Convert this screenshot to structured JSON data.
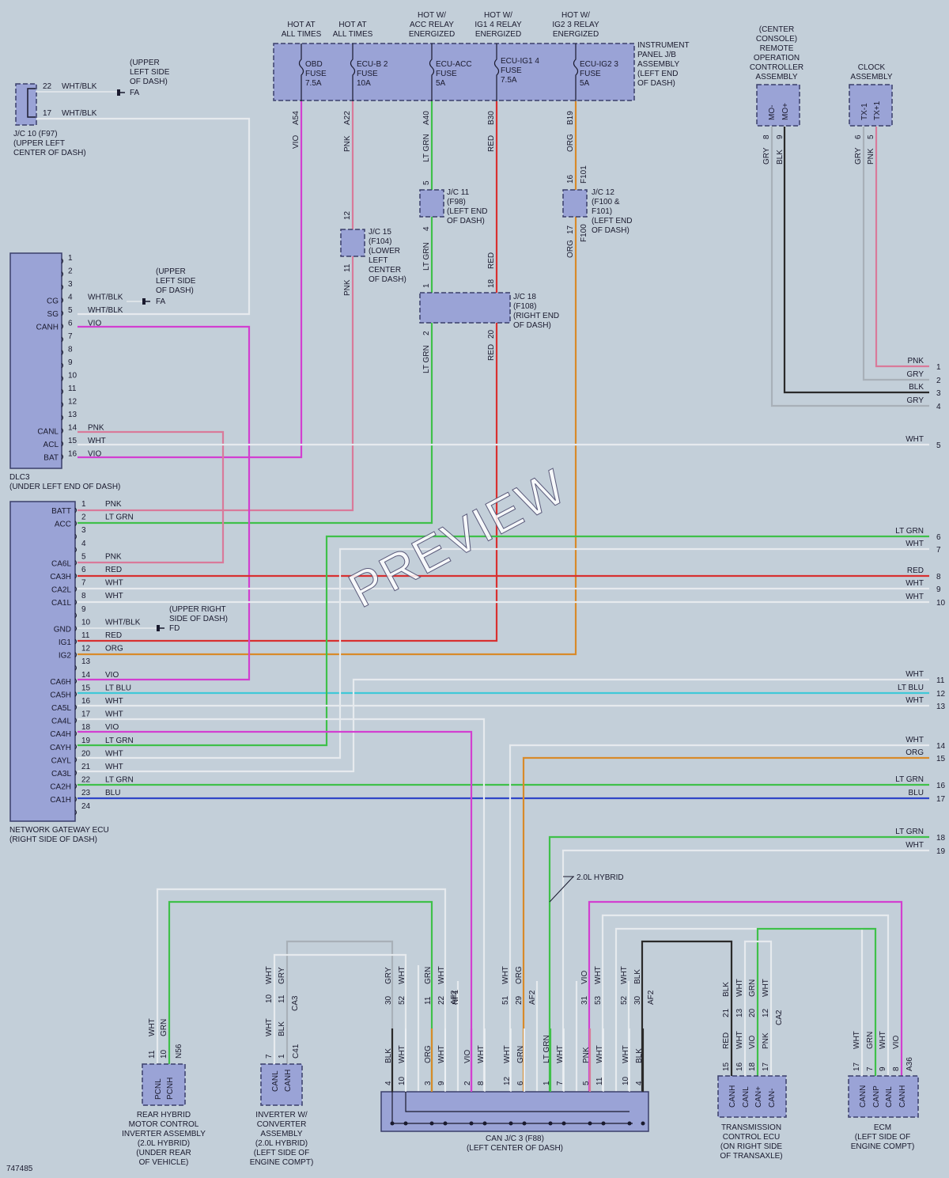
{
  "diagram_id": "747485",
  "watermark": "PREVIEW",
  "colors": {
    "VIO": "#d23fd0",
    "PNK": "#d97a9a",
    "LT GRN": "#3fc04a",
    "RED": "#d83030",
    "ORG": "#d88a2a",
    "WHT": "#eef2f6",
    "BLK": "#2a2a2a",
    "GRY": "#a8b0b8",
    "LT BLU": "#40c8d8",
    "BLU": "#3046c8",
    "WHT/BLK": "#dde3e8"
  },
  "supply_labels": [
    {
      "line1": "HOT AT",
      "line2": "ALL TIMES"
    },
    {
      "line1": "HOT AT",
      "line2": "ALL TIMES"
    },
    {
      "line1": "HOT W/",
      "line2": "ACC RELAY",
      "line3": "ENERGIZED"
    },
    {
      "line1": "HOT W/",
      "line2": "IG1 4 RELAY",
      "line3": "ENERGIZED"
    },
    {
      "line1": "HOT W/",
      "line2": "IG2 3 RELAY",
      "line3": "ENERGIZED"
    }
  ],
  "fuses": [
    {
      "name": "OBD",
      "type": "FUSE",
      "rating": "7.5A",
      "pin": "A54",
      "color": "VIO"
    },
    {
      "name": "ECU-B 2",
      "type": "FUSE",
      "rating": "10A",
      "pin": "A22",
      "color": "PNK"
    },
    {
      "name": "ECU-ACC",
      "type": "FUSE",
      "rating": "5A",
      "pin": "A40",
      "color": "LT GRN"
    },
    {
      "name": "ECU-IG1 4",
      "type": "FUSE",
      "rating": "7.5A",
      "pin": "B30",
      "color": "RED"
    },
    {
      "name": "ECU-IG2 3",
      "type": "FUSE",
      "rating": "5A",
      "pin": "B19",
      "color": "ORG"
    }
  ],
  "junction_blocks": {
    "instrument_panel": [
      "INSTRUMENT",
      "PANEL J/B",
      "ASSEMBLY",
      "(LEFT END",
      "OF DASH)"
    ],
    "jc10": [
      "J/C 10 (F97)",
      "(UPPER LEFT",
      "CENTER OF DASH)"
    ],
    "jc11": [
      "J/C 11",
      "(F98)",
      "(LEFT END",
      "OF DASH)"
    ],
    "jc12": [
      "J/C 12",
      "(F100 &",
      "F101)",
      "(LEFT END",
      "OF DASH)"
    ],
    "jc15": [
      "J/C 15",
      "(F104)",
      "(LOWER",
      "LEFT",
      "CENTER",
      "OF DASH)"
    ],
    "jc18": [
      "J/C 18",
      "(F108)",
      "(RIGHT END",
      "OF DASH)"
    ],
    "canjc3": [
      "CAN J/C 3 (F88)",
      "(LEFT CENTER OF DASH)"
    ]
  },
  "grounds": {
    "fa_top": [
      "(UPPER",
      "LEFT SIDE",
      "OF DASH)",
      "FA"
    ],
    "fa_dlc": [
      "(UPPER",
      "LEFT SIDE",
      "OF DASH)",
      "FA"
    ],
    "fd": [
      "(UPPER RIGHT",
      "SIDE OF DASH)",
      "FD"
    ]
  },
  "dlc3": {
    "title": "DLC3",
    "location": "(UNDER LEFT END OF DASH)",
    "terminals": [
      {
        "pin": "1",
        "label": "",
        "wire": ""
      },
      {
        "pin": "2",
        "label": "",
        "wire": ""
      },
      {
        "pin": "3",
        "label": "",
        "wire": ""
      },
      {
        "pin": "4",
        "label": "CG",
        "wire": "WHT/BLK"
      },
      {
        "pin": "5",
        "label": "SG",
        "wire": "WHT/BLK"
      },
      {
        "pin": "6",
        "label": "CANH",
        "wire": "VIO"
      },
      {
        "pin": "7",
        "label": "",
        "wire": ""
      },
      {
        "pin": "8",
        "label": "",
        "wire": ""
      },
      {
        "pin": "9",
        "label": "",
        "wire": ""
      },
      {
        "pin": "10",
        "label": "",
        "wire": ""
      },
      {
        "pin": "11",
        "label": "",
        "wire": ""
      },
      {
        "pin": "12",
        "label": "",
        "wire": ""
      },
      {
        "pin": "13",
        "label": "",
        "wire": ""
      },
      {
        "pin": "14",
        "label": "CANL",
        "wire": "PNK"
      },
      {
        "pin": "15",
        "label": "ACL",
        "wire": "WHT"
      },
      {
        "pin": "16",
        "label": "BAT",
        "wire": "VIO"
      }
    ]
  },
  "gateway": {
    "title": "NETWORK GATEWAY ECU",
    "location": "(RIGHT SIDE OF DASH)",
    "terminals": [
      {
        "pin": "1",
        "label": "BATT",
        "wire": "PNK"
      },
      {
        "pin": "2",
        "label": "ACC",
        "wire": "LT GRN"
      },
      {
        "pin": "3",
        "label": "",
        "wire": ""
      },
      {
        "pin": "4",
        "label": "",
        "wire": ""
      },
      {
        "pin": "5",
        "label": "CA6L",
        "wire": "PNK"
      },
      {
        "pin": "6",
        "label": "CA3H",
        "wire": "RED"
      },
      {
        "pin": "7",
        "label": "CA2L",
        "wire": "WHT"
      },
      {
        "pin": "8",
        "label": "CA1L",
        "wire": "WHT"
      },
      {
        "pin": "9",
        "label": "",
        "wire": ""
      },
      {
        "pin": "10",
        "label": "GND",
        "wire": "WHT/BLK"
      },
      {
        "pin": "11",
        "label": "IG1",
        "wire": "RED"
      },
      {
        "pin": "12",
        "label": "IG2",
        "wire": "ORG"
      },
      {
        "pin": "13",
        "label": "",
        "wire": ""
      },
      {
        "pin": "14",
        "label": "CA6H",
        "wire": "VIO"
      },
      {
        "pin": "15",
        "label": "CA5H",
        "wire": "LT BLU"
      },
      {
        "pin": "16",
        "label": "CA5L",
        "wire": "WHT"
      },
      {
        "pin": "17",
        "label": "CA4L",
        "wire": "WHT"
      },
      {
        "pin": "18",
        "label": "CA4H",
        "wire": "VIO"
      },
      {
        "pin": "19",
        "label": "CAYH",
        "wire": "LT GRN"
      },
      {
        "pin": "20",
        "label": "CAYL",
        "wire": "WHT"
      },
      {
        "pin": "21",
        "label": "CA3L",
        "wire": "WHT"
      },
      {
        "pin": "22",
        "label": "CA2H",
        "wire": "LT GRN"
      },
      {
        "pin": "23",
        "label": "CA1H",
        "wire": "BLU"
      },
      {
        "pin": "24",
        "label": "",
        "wire": ""
      }
    ]
  },
  "center_console": {
    "title": [
      "(CENTER",
      "CONSOLE)",
      "REMOTE",
      "OPERATION",
      "CONTROLLER",
      "ASSEMBLY"
    ],
    "pins": [
      "MO-",
      "MO+"
    ],
    "pin_nums": [
      "8",
      "9"
    ],
    "wires": [
      "GRY",
      "BLK"
    ]
  },
  "clock": {
    "title": [
      "CLOCK",
      "ASSEMBLY"
    ],
    "pins": [
      "TX-1",
      "TX+1"
    ],
    "pin_nums": [
      "6",
      "5"
    ],
    "wires": [
      "GRY",
      "PNK"
    ]
  },
  "right_edge": [
    {
      "ref": "1",
      "wire": "PNK"
    },
    {
      "ref": "2",
      "wire": "GRY"
    },
    {
      "ref": "3",
      "wire": "BLK"
    },
    {
      "ref": "4",
      "wire": "GRY"
    },
    {
      "ref": "5",
      "wire": "WHT"
    },
    {
      "ref": "6",
      "wire": "LT GRN"
    },
    {
      "ref": "7",
      "wire": "WHT"
    },
    {
      "ref": "8",
      "wire": "RED"
    },
    {
      "ref": "9",
      "wire": "WHT"
    },
    {
      "ref": "10",
      "wire": "WHT"
    },
    {
      "ref": "11",
      "wire": "WHT"
    },
    {
      "ref": "12",
      "wire": "LT BLU"
    },
    {
      "ref": "13",
      "wire": "WHT"
    },
    {
      "ref": "14",
      "wire": "WHT"
    },
    {
      "ref": "15",
      "wire": "ORG"
    },
    {
      "ref": "16",
      "wire": "LT GRN"
    },
    {
      "ref": "17",
      "wire": "BLU"
    },
    {
      "ref": "18",
      "wire": "LT GRN"
    },
    {
      "ref": "19",
      "wire": "WHT"
    }
  ],
  "hybrid_note": "2.0L HYBRID",
  "bottom_components": {
    "rear_hybrid": {
      "title": [
        "REAR HYBRID",
        "MOTOR CONTROL",
        "INVERTER ASSEMBLY",
        "(2.0L HYBRID)",
        "(UNDER REAR",
        "OF VEHICLE)"
      ],
      "pins": [
        "PCNL",
        "PCNH"
      ],
      "connector": "N56",
      "pin_nums": [
        "11",
        "10"
      ],
      "wires": [
        "WHT",
        "GRN"
      ]
    },
    "inverter": {
      "title": [
        "INVERTER W/",
        "CONVERTER",
        "ASSEMBLY",
        "(2.0L HYBRID)",
        "(LEFT SIDE OF",
        "ENGINE COMPT)"
      ],
      "pins": [
        "CANL",
        "CANH"
      ],
      "connector": "C41",
      "pin_nums": [
        "7",
        "1"
      ],
      "wires": [
        "WHT",
        "BLK"
      ],
      "upper_connector": "CA3",
      "upper_nums": [
        "10",
        "11"
      ],
      "upper_wires": [
        "WHT",
        "GRY"
      ]
    },
    "transmission": {
      "title": [
        "TRANSMISSION",
        "CONTROL ECU",
        "(ON RIGHT SIDE",
        "OF TRANSAXLE)"
      ],
      "pins": [
        "CANH",
        "CANL",
        "CAN+",
        "CAN-"
      ],
      "pin_nums": [
        "15",
        "16",
        "18",
        "17"
      ],
      "wires": [
        "RED",
        "WHT",
        "VIO",
        "PNK"
      ],
      "upper_connector": "CA2",
      "upper_nums": [
        "21",
        "13",
        "20",
        "12"
      ],
      "upper_wires": [
        "BLK",
        "WHT",
        "GRN",
        "WHT"
      ]
    },
    "ecm": {
      "title": [
        "ECM",
        "(LEFT SIDE OF",
        "ENGINE COMPT)"
      ],
      "pins": [
        "CANN",
        "CANP",
        "CANL",
        "CANH"
      ],
      "connector": "A36",
      "pin_nums": [
        "17",
        "7",
        "9",
        "8"
      ],
      "wires": [
        "WHT",
        "GRN",
        "WHT",
        "VIO"
      ]
    }
  },
  "canjc3_top": [
    {
      "num": "30",
      "wire": "GRY"
    },
    {
      "num": "52",
      "wire": "WHT"
    },
    {
      "num": "11",
      "wire": "GRN"
    },
    {
      "num": "22",
      "wire": "WHT"
    },
    {
      "conn": "AF2"
    },
    {
      "conn": "NF1"
    },
    {
      "num": "51",
      "wire": "WHT"
    },
    {
      "num": "29",
      "wire": "ORG"
    },
    {
      "conn": "AF2"
    },
    {
      "num": "31",
      "wire": "VIO"
    },
    {
      "num": "53",
      "wire": "WHT"
    },
    {
      "num": "52",
      "wire": "WHT"
    },
    {
      "num": "30",
      "wire": "BLK"
    },
    {
      "conn": "AF2"
    }
  ],
  "canjc3_bottom": [
    {
      "num": "4",
      "wire": "BLK"
    },
    {
      "num": "10",
      "wire": "WHT"
    },
    {
      "num": "3",
      "wire": "ORG"
    },
    {
      "num": "9",
      "wire": "WHT"
    },
    {
      "num": "2",
      "wire": "VIO"
    },
    {
      "num": "8",
      "wire": "WHT"
    },
    {
      "num": "12",
      "wire": "WHT"
    },
    {
      "num": "6",
      "wire": "GRN"
    },
    {
      "num": "1",
      "wire": "LT GRN"
    },
    {
      "num": "7",
      "wire": "WHT"
    },
    {
      "num": "5",
      "wire": "PNK"
    },
    {
      "num": "11",
      "wire": "WHT"
    },
    {
      "num": "10",
      "wire": "WHT"
    },
    {
      "num": "4",
      "wire": "BLK"
    }
  ],
  "jc_pins": {
    "jc10": [
      "22",
      "17"
    ],
    "jc11": [
      "5",
      "4"
    ],
    "jc12": [
      "16",
      "F101",
      "17",
      "F100"
    ],
    "jc15": [
      "12",
      "11"
    ],
    "jc18": [
      "1",
      "18",
      "2",
      "20"
    ]
  }
}
